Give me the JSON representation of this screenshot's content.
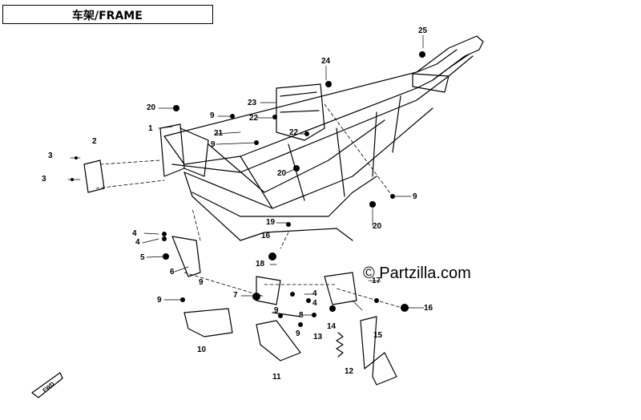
{
  "title": "车架/FRAME",
  "watermark": "© Partzilla.com",
  "fwd_label": "FWD",
  "callouts": [
    "1",
    "2",
    "3",
    "3",
    "4",
    "4",
    "5",
    "6",
    "9",
    "7",
    "8",
    "9",
    "9",
    "9",
    "9",
    "9",
    "9",
    "10",
    "11",
    "12",
    "13",
    "14",
    "15",
    "16",
    "16",
    "17",
    "18",
    "19",
    "20",
    "20",
    "20",
    "21",
    "22",
    "22",
    "23",
    "24",
    "25",
    "4",
    "4"
  ]
}
